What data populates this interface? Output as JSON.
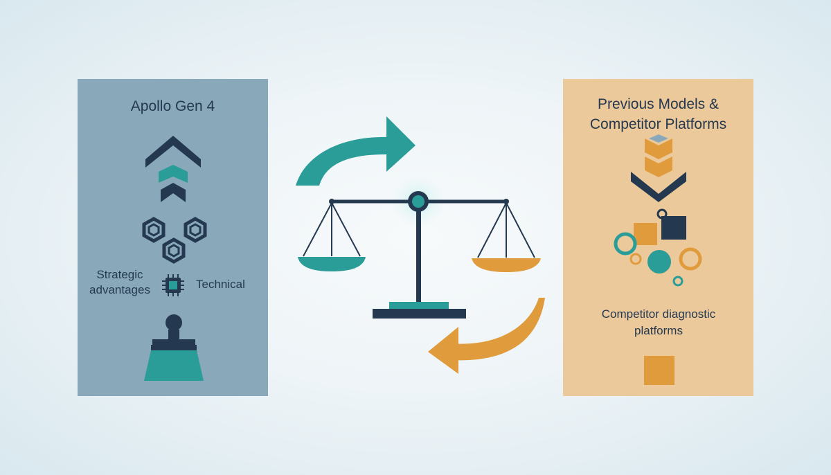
{
  "left_panel": {
    "title": "Apollo Gen 4",
    "strategic_label": "Strategic advantages",
    "technical_label": "Technical",
    "icons": [
      "stacked-chevron-up-icon",
      "hexagon-cluster-icon",
      "chip-icon",
      "weight-icon"
    ]
  },
  "right_panel": {
    "title": "Previous Models & Competitor Platforms",
    "competitor_label": "Competitor diagnostic platforms",
    "icons": [
      "stacked-chevron-down-icon",
      "shapes-cluster-icon",
      "square-block-icon"
    ]
  },
  "center": {
    "icons": [
      "balance-scale-icon",
      "curved-arrow-right-icon",
      "curved-arrow-left-icon"
    ]
  },
  "colors": {
    "navy": "#24394f",
    "teal": "#2a9d98",
    "orange": "#e09b3d",
    "left_panel_bg": "#89a9bb",
    "right_panel_bg": "#ecc99b"
  }
}
